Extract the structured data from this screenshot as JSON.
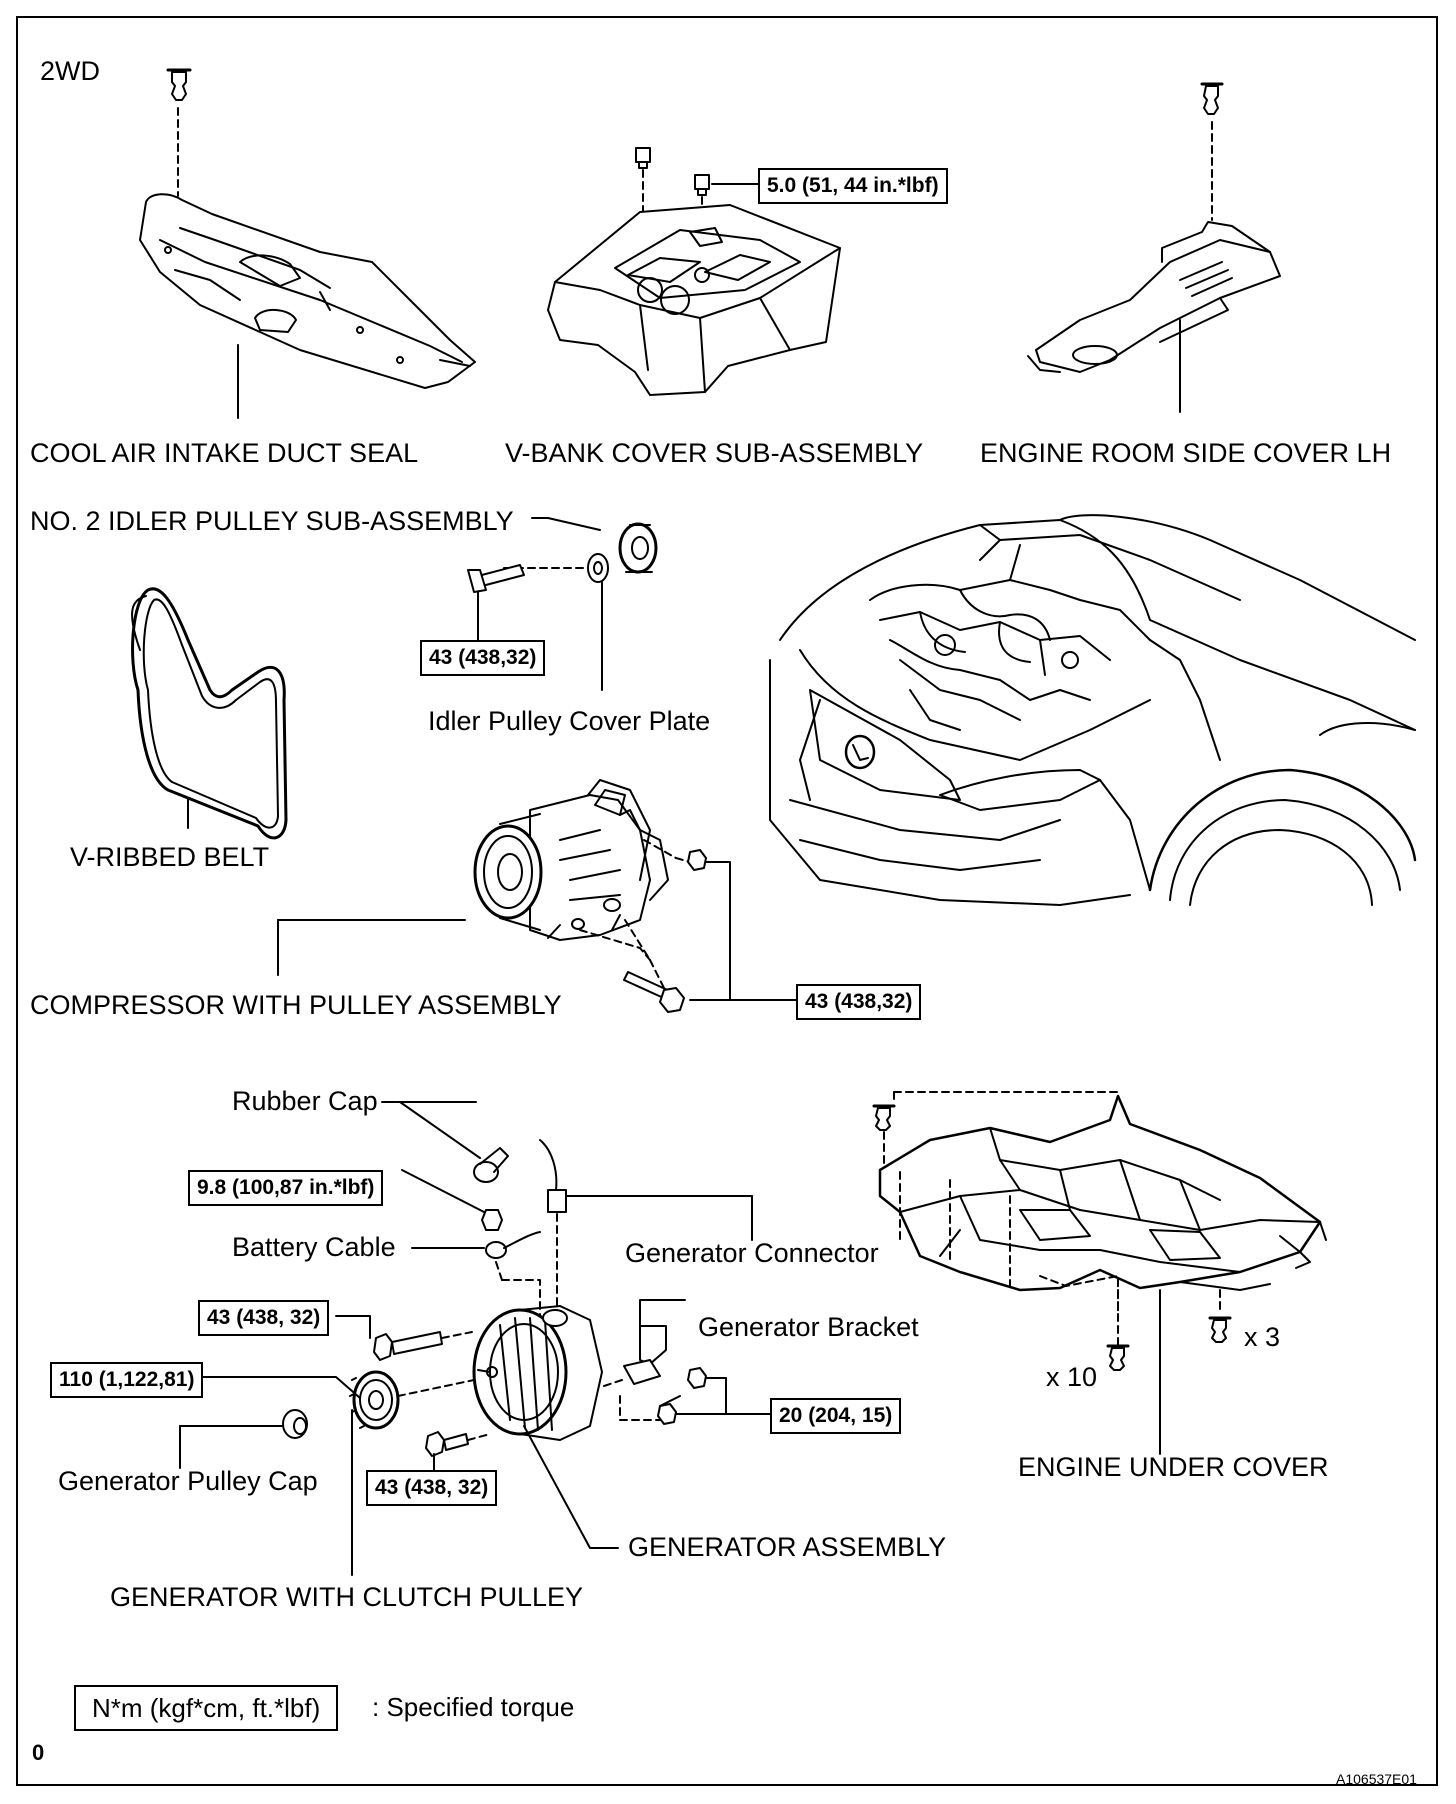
{
  "variant": "2WD",
  "components": {
    "cool_air_intake_duct_seal": "COOL AIR INTAKE DUCT SEAL",
    "v_bank_cover": "V-BANK COVER SUB-ASSEMBLY",
    "engine_room_side_cover": "ENGINE ROOM SIDE COVER LH",
    "idler_pulley": "NO. 2 IDLER PULLEY SUB-ASSEMBLY",
    "idler_cover_plate": "Idler Pulley Cover Plate",
    "v_ribbed_belt": "V-RIBBED BELT",
    "compressor": "COMPRESSOR WITH PULLEY ASSEMBLY",
    "rubber_cap": "Rubber Cap",
    "battery_cable": "Battery Cable",
    "generator_connector": "Generator Connector",
    "generator_bracket": "Generator Bracket",
    "generator_pulley_cap": "Generator Pulley Cap",
    "generator_assembly": "GENERATOR ASSEMBLY",
    "generator_clutch_pulley": "GENERATOR WITH CLUTCH PULLEY",
    "engine_under_cover": "ENGINE UNDER COVER"
  },
  "torques": {
    "v_bank_nut": "5.0 (51, 44 in.*lbf)",
    "idler_bolt": "43 (438,32)",
    "compressor_bolts": "43 (438,32)",
    "terminal_nut": "9.8 (100,87 in.*lbf)",
    "generator_upper_bolt": "43 (438, 32)",
    "clutch_pulley": "110 (1,122,81)",
    "generator_lower_bolt": "43 (438, 32)",
    "bracket_bolts": "20 (204, 15)"
  },
  "quantities": {
    "clips": "x 3",
    "screws": "x 10"
  },
  "legend": {
    "unit": "N*m (kgf*cm, ft.*lbf)",
    "meaning": ": Specified torque"
  },
  "page_marker": "0",
  "figure_id": "A106537E01"
}
